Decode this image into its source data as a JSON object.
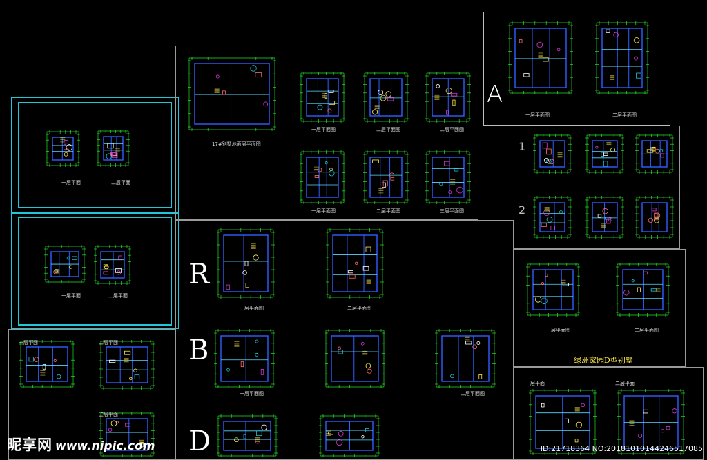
{
  "sheets": {
    "a": {
      "letter": "A",
      "captions": [
        "一层平面图",
        "二层平面图"
      ]
    },
    "top_center": {
      "title": "17#别墅地面层平面图",
      "captions": [
        "一层平面图",
        "二层平面图",
        "二层平面图",
        "一层平面图",
        "二层平面图",
        "三层平面图"
      ]
    },
    "left_1": {
      "captions": [
        "一层平面",
        "二层平面"
      ]
    },
    "left_2": {
      "captions": [
        "一层平面",
        "二层平面"
      ]
    },
    "left_3": {
      "captions": [
        "一层平面",
        "二层平面",
        "三层平面"
      ]
    },
    "numbered": {
      "numbers": [
        "1",
        "2"
      ]
    },
    "center": {
      "letters": [
        "R",
        "B",
        "D"
      ],
      "captions": [
        "一层平面图",
        "二层平面图",
        "一层平面图",
        "二层平面图"
      ]
    },
    "right_mid": {
      "captions": [
        "一层平面图",
        "二层平面图"
      ],
      "title": "绿洲家园D型别墅"
    },
    "right_bot": {
      "captions": [
        "一层平面",
        "二层平面"
      ]
    }
  },
  "watermark": {
    "brand": "昵享网",
    "site": "www.nipic.com",
    "id": "ID:21718364 NO:20181010144246517085"
  },
  "colors": {
    "bg": "#000000",
    "frame_cyan": "#21c6d8",
    "frame_grey": "#9a9a9a",
    "dim_green": "#26e12c",
    "wall_blue": "#2f5fff",
    "accent_yellow": "#ffe94d",
    "accent_magenta": "#d63ad6"
  }
}
